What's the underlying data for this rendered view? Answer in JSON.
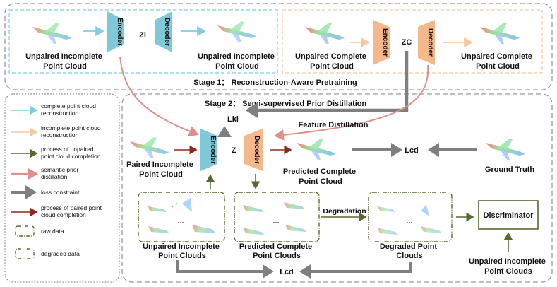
{
  "stage1": {
    "title": "Stage 1：  Reconstruction-Aware Pretraining",
    "left": {
      "input": [
        "Unpaired Incomplete",
        "Point Cloud"
      ],
      "encoder": "Encoder",
      "latent": "Zi",
      "decoder": "Decoder",
      "output": [
        "Unpaired Incomplete",
        "Point Cloud"
      ]
    },
    "right": {
      "input": [
        "Unpaired Complete",
        "Point Cloud"
      ],
      "encoder": "Encoder",
      "latent": "ZC",
      "decoder": "Decoder",
      "output": [
        "Unpaired Complete",
        "Point Cloud"
      ]
    }
  },
  "stage2": {
    "title": "Stage 2：  Semi-supervised Prior Distillation",
    "paired_input": [
      "Paired Incomplete",
      "Point Cloud"
    ],
    "encoder": "Encoder",
    "latent": "Z",
    "kl_loss": "Lkl",
    "feature_distillation": "Feature Distillation",
    "decoder": "Decoder",
    "predicted": [
      "Predicted  Complete",
      "Point Cloud"
    ],
    "lcd_top": "Lcd",
    "ground_truth": "Ground Truth",
    "unpaired_box": [
      "Unpaired Incomplete",
      "Point Clouds"
    ],
    "predicted_box": [
      "Predicted Complete",
      "Point Clouds"
    ],
    "degradation": "Degradation",
    "degraded_box": [
      "Degraded Point",
      "Clouds"
    ],
    "discriminator": "Discriminator",
    "disc_input": [
      "Unpaired Incomplete",
      "Point Clouds"
    ],
    "lcd_bottom": "Lcd",
    "ellipsis": "..."
  },
  "legend": [
    {
      "lines": [
        "complete point cloud",
        "reconstruction"
      ],
      "style": "blue-arrow",
      "color": "#7ecfe0"
    },
    {
      "lines": [
        "incomplete point cloud",
        "reconstruction"
      ],
      "style": "orange-arrow",
      "color": "#f7c9a0"
    },
    {
      "lines": [
        "process of unpaired",
        "point cloud completion"
      ],
      "style": "olive-arrow",
      "color": "#556b2f"
    },
    {
      "lines": [
        "semantic prior",
        "distillation"
      ],
      "style": "pink-arrow",
      "color": "#e0908a"
    },
    {
      "lines": [
        "loss constraint"
      ],
      "style": "gray-arrow",
      "color": "#7f7f7f"
    },
    {
      "lines": [
        "process of paired point",
        "cloud completion"
      ],
      "style": "darkred-arrow",
      "color": "#8b2a1f"
    },
    {
      "lines": [
        "raw data"
      ],
      "style": "raw-box",
      "color": "#556b2f"
    },
    {
      "lines": [
        "degraded data"
      ],
      "style": "degraded-box",
      "color": "#556b2f"
    }
  ],
  "colors": {
    "encoder_blue": "#7ec8d8",
    "decoder_orange": "#f5b88a",
    "loss_gray": "#7f7f7f",
    "olive": "#556b2f",
    "pink": "#e0908a",
    "dark_red": "#8b2a1f",
    "blue_arrow": "#7ecfe0",
    "orange_arrow": "#f7c9a0"
  }
}
